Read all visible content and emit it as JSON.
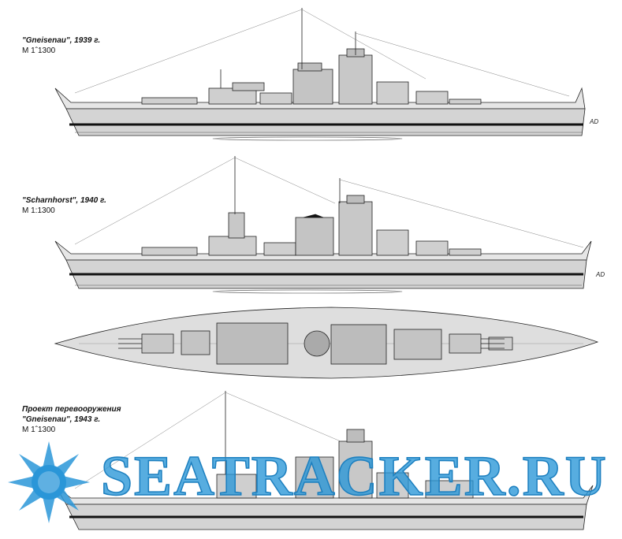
{
  "captions": [
    {
      "title": "\"Gneisenau\", 1939 г.",
      "scale": "М 1ˆ1300"
    },
    {
      "title": "\"Scharnhorst\", 1940 г.",
      "scale": "М 1:1300"
    },
    {
      "title_line1": "Проект перевооружения",
      "title_line2": "\"Gneisenau\", 1943 г.",
      "scale": "М 1ˆ1300"
    }
  ],
  "watermark": {
    "text": "SEATRACKER.RU",
    "color": "#2a96d8"
  },
  "signature": "AD",
  "colors": {
    "hull": "#d9d9d9",
    "line": "#222222",
    "deck": "#cfcfcf",
    "waterline": "#111111"
  }
}
